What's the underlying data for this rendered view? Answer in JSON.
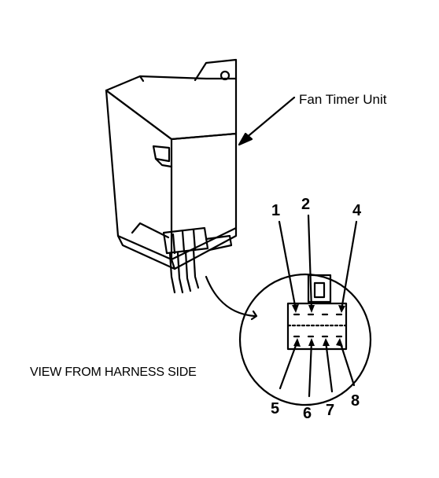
{
  "labels": {
    "unit_callout": "Fan Timer Unit",
    "view_caption": "VIEW FROM HARNESS SIDE"
  },
  "pins": [
    {
      "number": "1"
    },
    {
      "number": "2"
    },
    {
      "number": "4"
    },
    {
      "number": "5"
    },
    {
      "number": "6"
    },
    {
      "number": "7"
    },
    {
      "number": "8"
    }
  ],
  "colors": {
    "ink": "#000000",
    "paper": "#ffffff"
  }
}
